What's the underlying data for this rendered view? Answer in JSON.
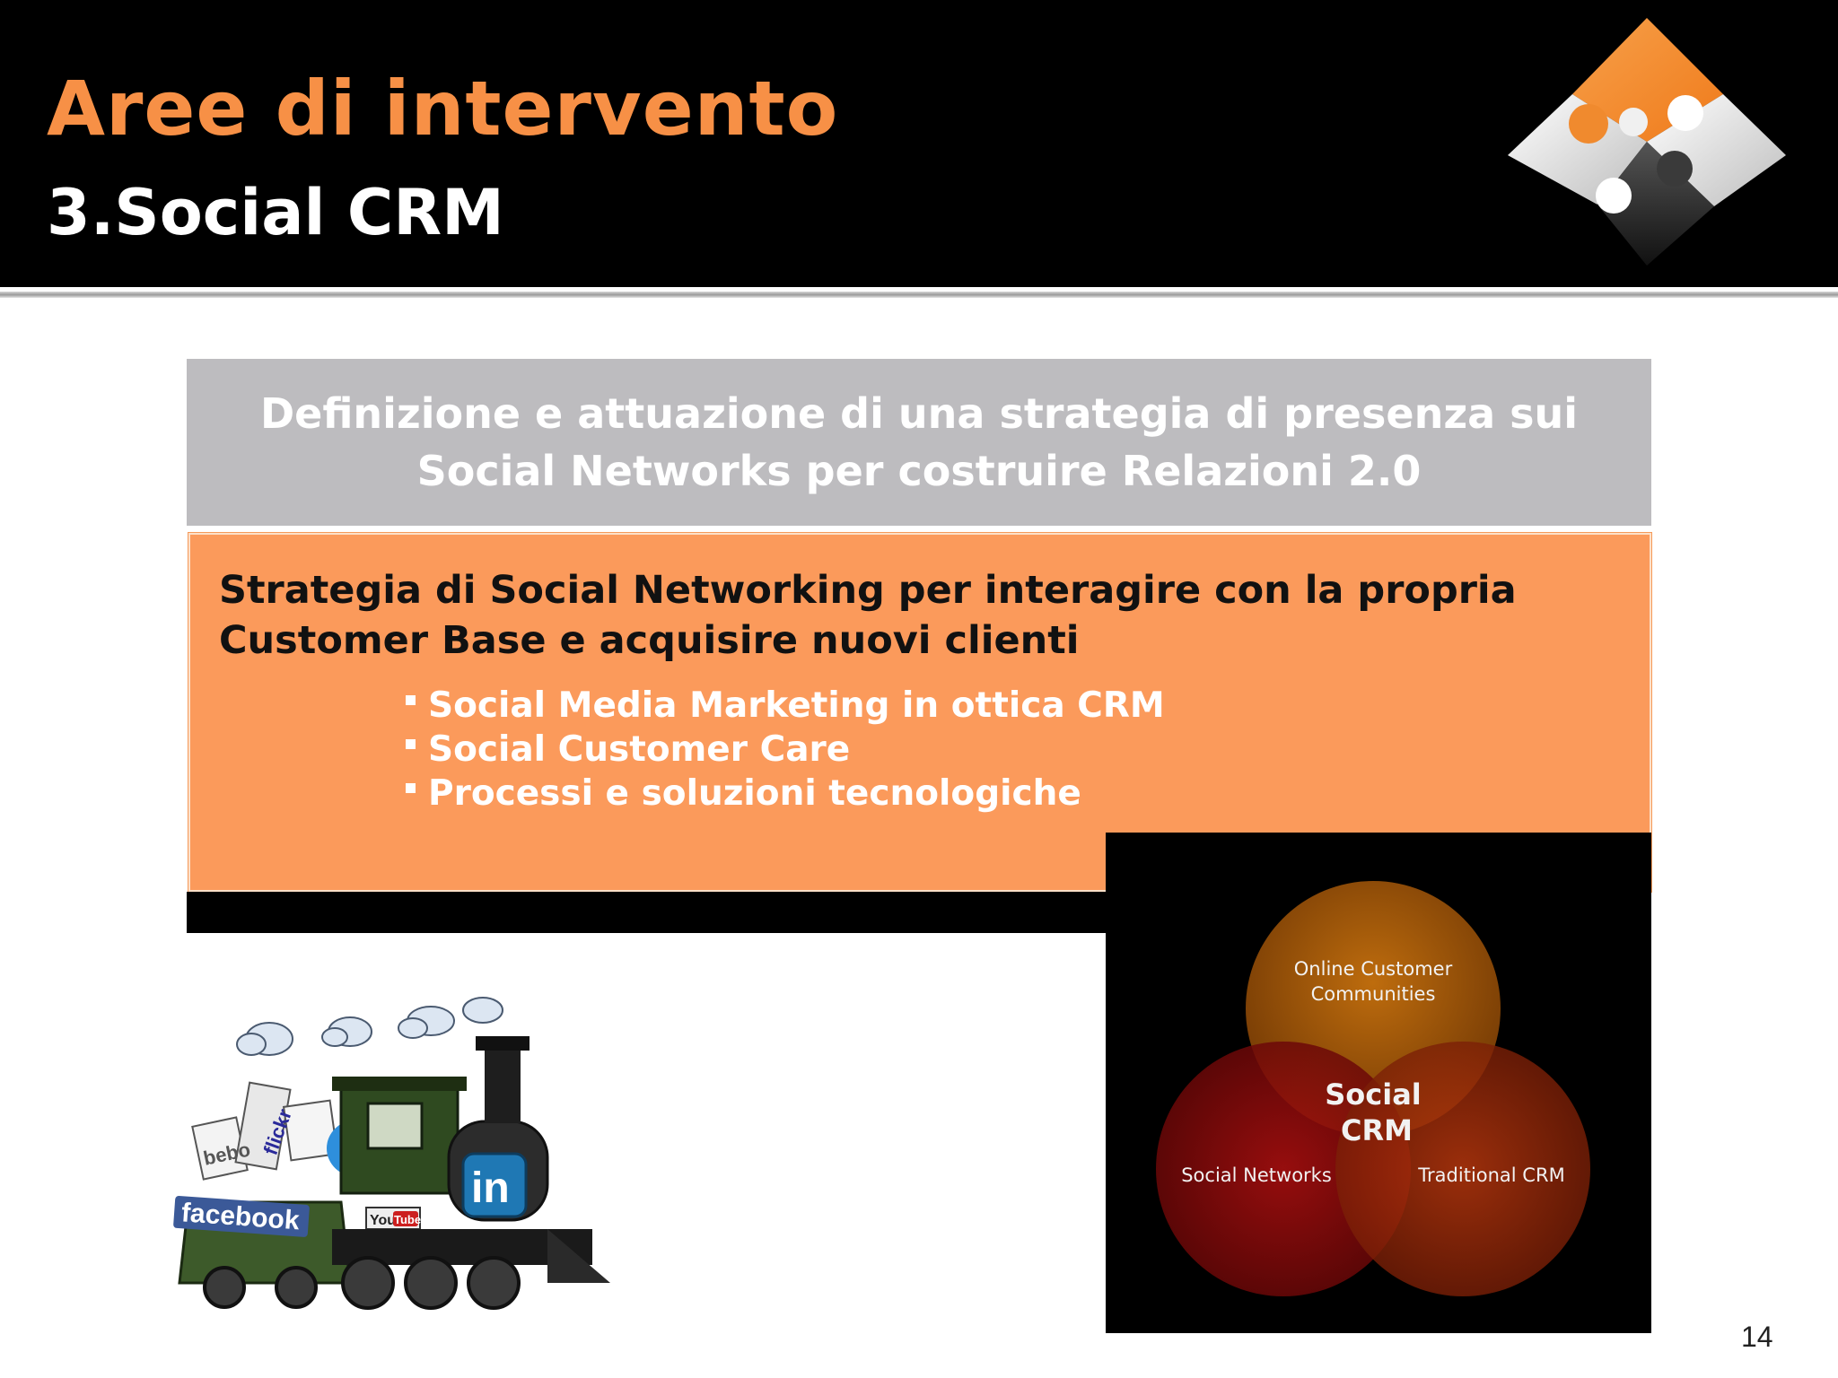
{
  "header": {
    "title": "Aree di intervento",
    "subtitle": "3.Social CRM"
  },
  "grey_box": {
    "line1": "Definizione e attuazione di una strategia di presenza sui",
    "line2": "Social Networks per costruire Relazioni 2.0"
  },
  "orange_box": {
    "heading": "Strategia di Social Networking per interagire con la propria Customer Base e acquisire nuovi clienti",
    "bullets": [
      "Social Media Marketing in ottica CRM",
      "Social Customer Care",
      "Processi e soluzioni tecnologiche"
    ]
  },
  "venn": {
    "top_label_1": "Online Customer",
    "top_label_2": "Communities",
    "center_label_1": "Social",
    "center_label_2": "CRM",
    "left_label": "Social Networks",
    "right_label": "Traditional CRM"
  },
  "train_image": {
    "labels": {
      "facebook": "facebook",
      "linkedin": "in",
      "youtube_you": "You",
      "youtube_tube": "Tube",
      "flickr": "flickr",
      "bebo": "bebo"
    }
  },
  "page_number": "14",
  "colors": {
    "accent_orange": "#f79046",
    "box_orange": "#fb9a5b",
    "box_grey": "#bdbcbf",
    "background_header": "#000000"
  },
  "icons": [
    "puzzle-logo-icon",
    "venn-diagram-image",
    "social-train-image",
    "square-bullet-icon"
  ]
}
